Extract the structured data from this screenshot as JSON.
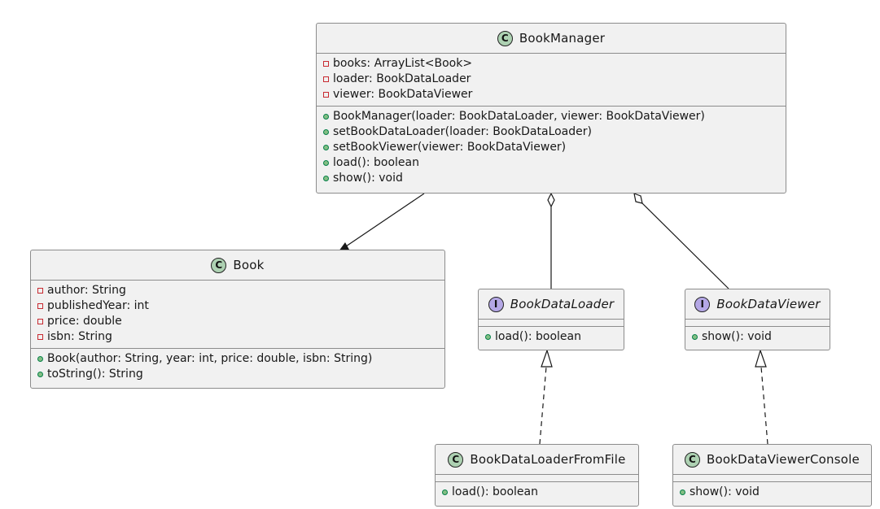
{
  "diagram": {
    "classes": {
      "book_manager": {
        "stereotype": "C",
        "name": "BookManager",
        "fields": [
          {
            "visibility": "private",
            "text": "books: ArrayList<Book>"
          },
          {
            "visibility": "private",
            "text": "loader: BookDataLoader"
          },
          {
            "visibility": "private",
            "text": "viewer: BookDataViewer"
          }
        ],
        "methods": [
          {
            "visibility": "public",
            "text": "BookManager(loader: BookDataLoader, viewer: BookDataViewer)"
          },
          {
            "visibility": "public",
            "text": "setBookDataLoader(loader: BookDataLoader)"
          },
          {
            "visibility": "public",
            "text": "setBookViewer(viewer: BookDataViewer)"
          },
          {
            "visibility": "public",
            "text": "load(): boolean"
          },
          {
            "visibility": "public",
            "text": "show(): void"
          }
        ]
      },
      "book": {
        "stereotype": "C",
        "name": "Book",
        "fields": [
          {
            "visibility": "private",
            "text": "author: String"
          },
          {
            "visibility": "private",
            "text": "publishedYear: int"
          },
          {
            "visibility": "private",
            "text": "price: double"
          },
          {
            "visibility": "private",
            "text": "isbn: String"
          }
        ],
        "methods": [
          {
            "visibility": "public",
            "text": "Book(author: String, year: int, price: double, isbn: String)"
          },
          {
            "visibility": "public",
            "text": "toString(): String"
          }
        ]
      },
      "book_data_loader": {
        "stereotype": "I",
        "name": "BookDataLoader",
        "fields": [],
        "methods": [
          {
            "visibility": "public",
            "text": "load(): boolean"
          }
        ]
      },
      "book_data_viewer": {
        "stereotype": "I",
        "name": "BookDataViewer",
        "fields": [],
        "methods": [
          {
            "visibility": "public",
            "text": "show(): void"
          }
        ]
      },
      "book_data_loader_from_file": {
        "stereotype": "C",
        "name": "BookDataLoaderFromFile",
        "fields": [],
        "methods": [
          {
            "visibility": "public",
            "text": "load(): boolean"
          }
        ]
      },
      "book_data_viewer_console": {
        "stereotype": "C",
        "name": "BookDataViewerConsole",
        "fields": [],
        "methods": [
          {
            "visibility": "public",
            "text": "show(): void"
          }
        ]
      }
    },
    "relations": [
      {
        "from": "book_manager",
        "to": "book",
        "type": "association"
      },
      {
        "from": "book_manager",
        "to": "book_data_loader",
        "type": "aggregation"
      },
      {
        "from": "book_manager",
        "to": "book_data_viewer",
        "type": "aggregation"
      },
      {
        "from": "book_data_loader_from_file",
        "to": "book_data_loader",
        "type": "realization"
      },
      {
        "from": "book_data_viewer_console",
        "to": "book_data_viewer",
        "type": "realization"
      }
    ],
    "colors": {
      "class_fill": "#f1f1f1",
      "border": "#8c8c8c",
      "class_badge": "#add1b2",
      "interface_badge": "#b4a7e5",
      "private_marker": "#c82930",
      "public_marker": "#84be84"
    }
  }
}
